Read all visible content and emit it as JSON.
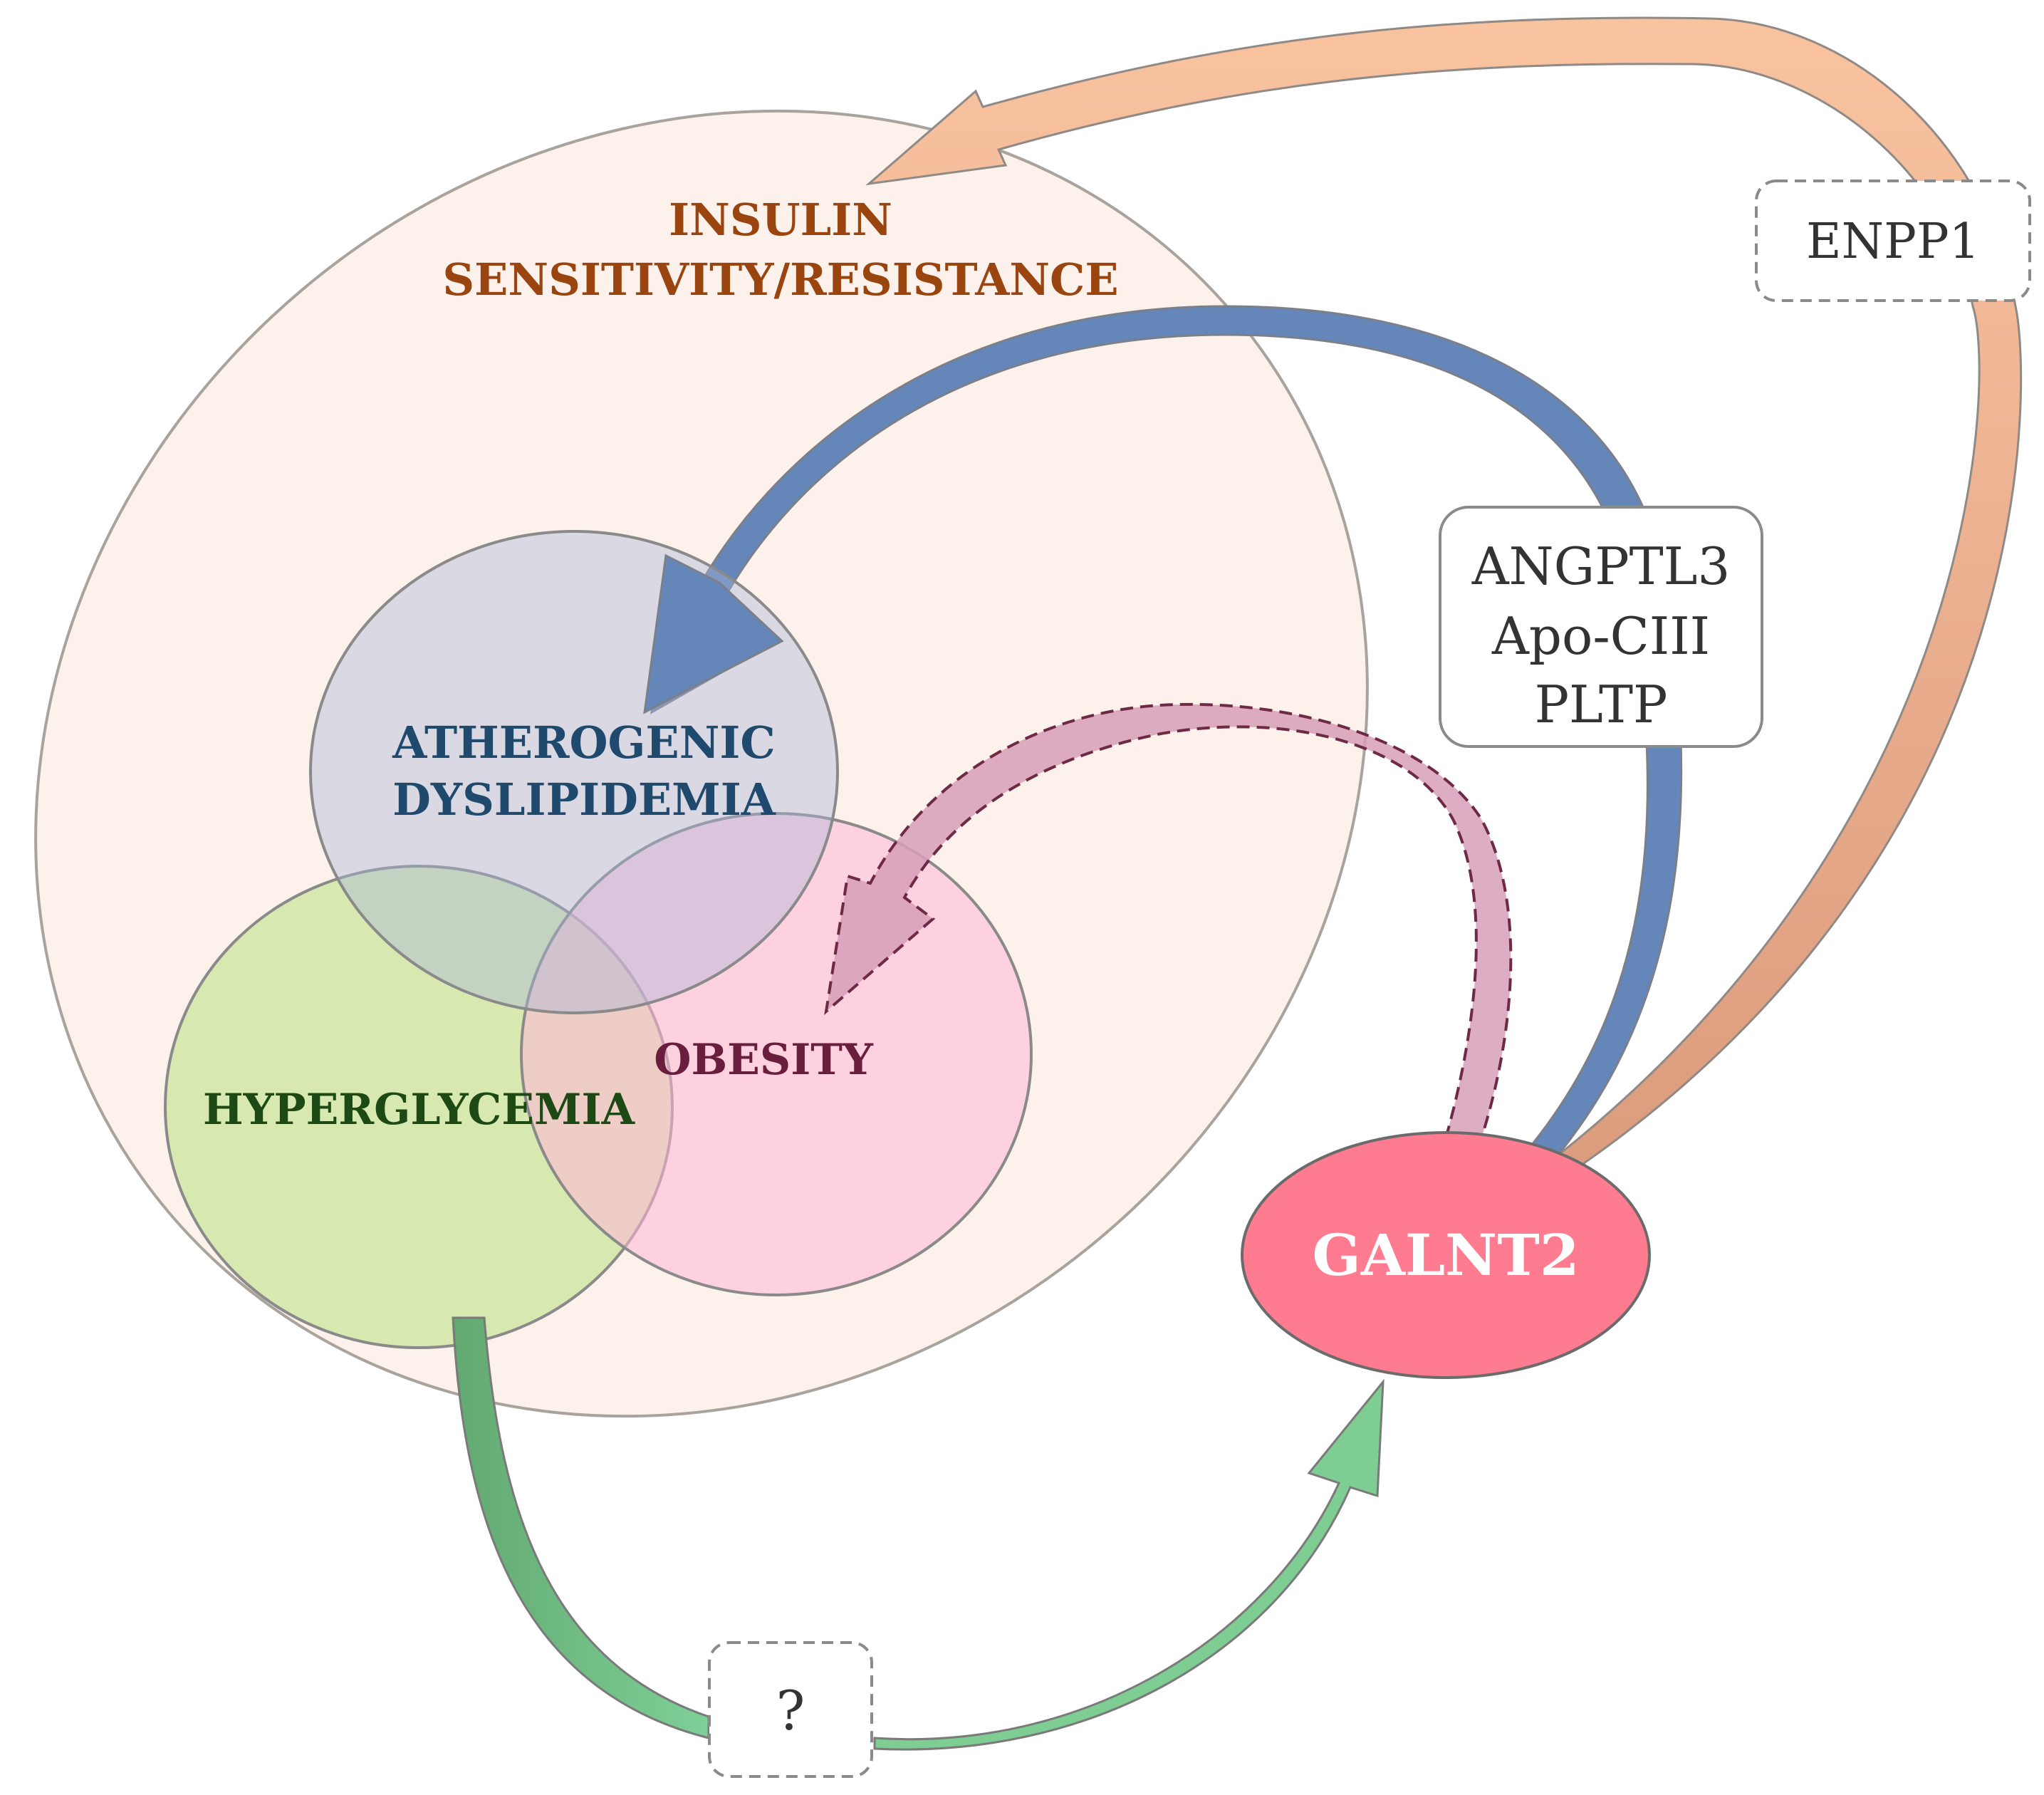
{
  "diagram": {
    "insulin_label_line1": "INSULIN",
    "insulin_label_line2": "SENSITIVITY/RESISTANCE",
    "dyslipidemia_label_line1": "ATHEROGENIC",
    "dyslipidemia_label_line2": "DYSLIPIDEMIA",
    "obesity_label": "OBESITY",
    "hyperglycemia_label": "HYPERGLYCEMIA",
    "galnt2_label": "GALNT2",
    "enpp1_label": "ENPP1",
    "lipid_genes_line1": "ANGPTL3",
    "lipid_genes_line2": "Apo-CIII",
    "lipid_genes_line3": "PLTP",
    "unknown_label": "?"
  },
  "colors": {
    "insulin_text": "#9a4410",
    "dyslipidemia_text": "#1f4a6e",
    "obesity_text": "#6a1e3e",
    "hyperglycemia_text": "#1d4a14",
    "galnt2_fill": "#ff7b90",
    "insulin_ellipse_fill": "#fdf1ea",
    "dyslipidemia_fill": "#a8b8d8",
    "obesity_fill": "#ffb8d6",
    "hyperglycemia_fill": "#c4e093",
    "enpp1_arrow": "#f9bf96",
    "lipid_arrow": "#6586b8",
    "obesity_arrow": "#e38db0",
    "hyperglycemia_arrow": "#7dcb92"
  }
}
